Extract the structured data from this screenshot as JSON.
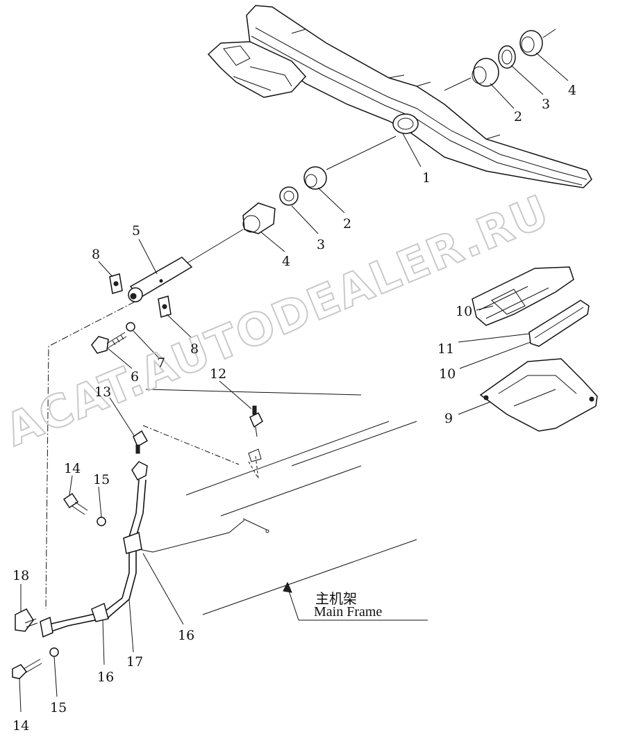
{
  "watermark": "ACAT.AUTODEALER.RU",
  "frame_label": {
    "cn": "主机架",
    "en": "Main Frame"
  },
  "callouts": {
    "c1": "1",
    "c2a": "2",
    "c2b": "2",
    "c3a": "3",
    "c3b": "3",
    "c4a": "4",
    "c4b": "4",
    "c5": "5",
    "c6": "6",
    "c7": "7",
    "c8a": "8",
    "c8b": "8",
    "c9": "9",
    "c10a": "10",
    "c10b": "10",
    "c11": "11",
    "c12": "12",
    "c13": "13",
    "c14a": "14",
    "c14b": "14",
    "c15a": "15",
    "c15b": "15",
    "c16a": "16",
    "c16b": "16",
    "c17": "17",
    "c18": "18"
  }
}
